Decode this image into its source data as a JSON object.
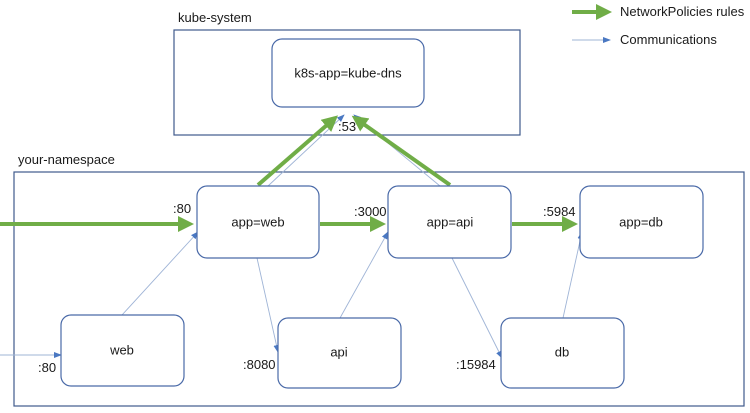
{
  "legend": {
    "policy_label": "NetworkPolicies rules",
    "comm_label": "Communications",
    "policy_color": "#70ad47",
    "comm_color": "#4a78c2"
  },
  "namespaces": {
    "kube_system": "kube-system",
    "your_namespace": "your-namespace"
  },
  "nodes": {
    "kube_dns": "k8s-app=kube-dns",
    "app_web": "app=web",
    "app_api": "app=api",
    "app_db": "app=db",
    "web": "web",
    "api": "api",
    "db": "db"
  },
  "ports": {
    "dns": ":53",
    "app_web": ":80",
    "app_api": ":3000",
    "app_db": ":5984",
    "web": ":80",
    "api": ":8080",
    "db": ":15984"
  }
}
